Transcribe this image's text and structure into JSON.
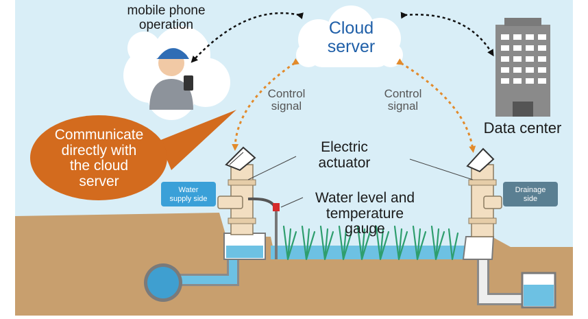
{
  "labels": {
    "cloud": [
      "Cloud",
      "server"
    ],
    "phone": [
      "mobile phone",
      "operation"
    ],
    "data_center": "Data center",
    "control_left": [
      "Control",
      "signal"
    ],
    "control_right": [
      "Control",
      "signal"
    ],
    "bubble": [
      "Communicate",
      "directly with",
      "the cloud",
      "server"
    ],
    "actuator": [
      "Electric",
      "actuator"
    ],
    "gauge": [
      "Water level and",
      "temperature",
      "gauge"
    ],
    "supply_tag": [
      "Water",
      "supply side"
    ],
    "drainage_tag": [
      "Drainage",
      "side"
    ]
  },
  "colors": {
    "sky": "#d9eef7",
    "ground": "#c89f6e",
    "water": "#6dc1e3",
    "dark_water": "#2f8fc0",
    "bubble": "#d36b1e",
    "arrow_orange": "#e28a2b",
    "supply_tag": "#3aa0d8",
    "drainage_tag": "#5a7f92",
    "gate": "#f2dec1",
    "building": "#7a7a7a"
  },
  "icons": [
    "cloud-icon",
    "person-phone-icon",
    "building-icon",
    "gate-icon",
    "gauge-icon",
    "pipe-icon"
  ]
}
